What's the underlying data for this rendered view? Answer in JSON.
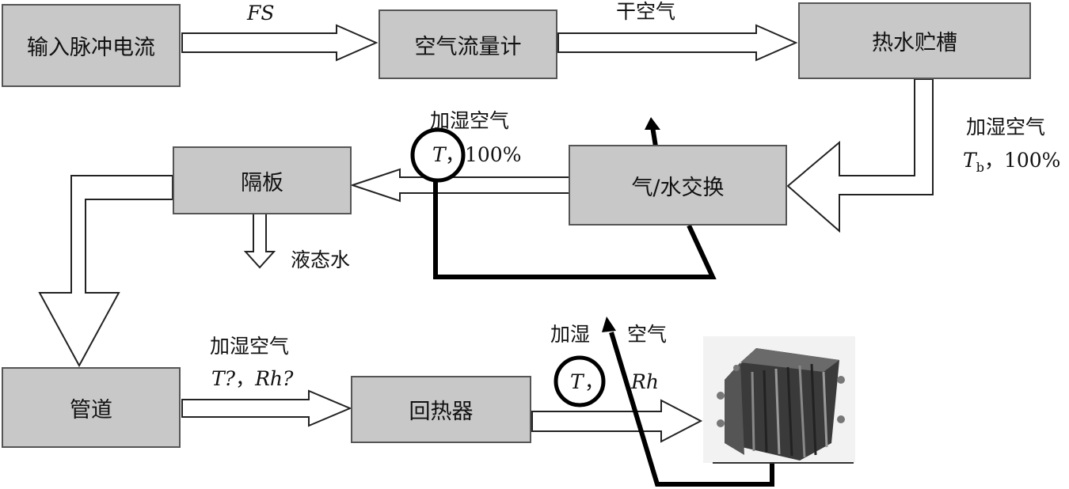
{
  "boxes": {
    "input_current": "输入脉冲电流",
    "air_flow_meter": "空气流量计",
    "hot_water_tank": "热水贮槽",
    "gas_water_exchange": "气/水交换",
    "separator": "隔板",
    "pipe": "管道",
    "recuperator": "回热器"
  },
  "labels": {
    "fs": "FS",
    "dry_air": "干空气",
    "humid_air_right_title": "加湿空气",
    "humid_air_right_tb": "T",
    "humid_air_right_tb_sub": "b",
    "humid_air_right_rh": "，100%",
    "humid_air_mid_title": "加湿空气",
    "humid_air_mid_t": "T",
    "humid_air_mid_rh": "，100%",
    "liquid_water": "液态水",
    "humid_air_pipe_title": "加湿空气",
    "humid_air_pipe_t": "T?",
    "humid_air_pipe_comma": "，",
    "humid_air_pipe_rh": "Rh?",
    "humid_air_stack_part1": "加湿",
    "humid_air_stack_part2": "空气",
    "stack_t": "T",
    "stack_comma": "，",
    "stack_rh": "Rh"
  }
}
